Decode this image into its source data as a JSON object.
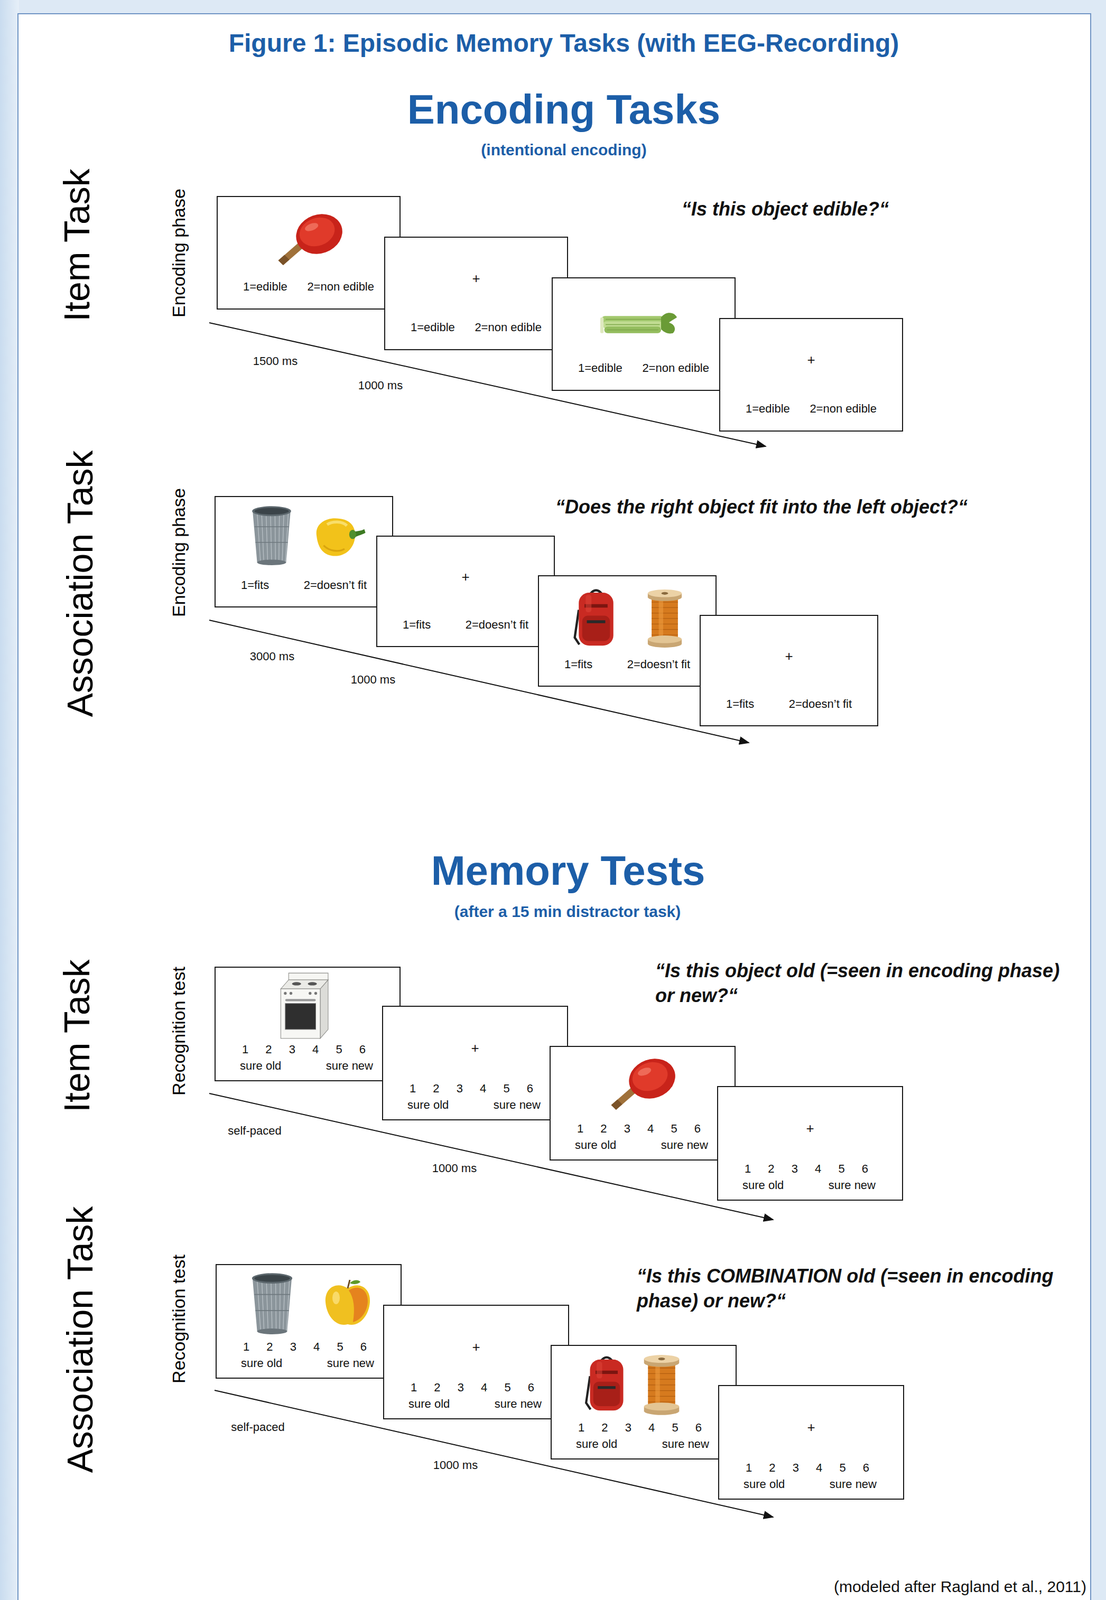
{
  "diagram": {
    "title": "Figure 1: Episodic Memory Tasks (with EEG-Recording)",
    "caption": "(modeled after Ragland et al., 2011)",
    "nodes": [
      {
        "text": [
          "1=edible",
          "2=non edible"
        ]
      },
      {
        "text": [
          "+",
          "1=edible",
          "2=non edible"
        ]
      },
      {
        "text": [
          "1=edible",
          "2=non edible"
        ]
      },
      {
        "text": [
          "+",
          "1=edible",
          "2=non edible"
        ]
      },
      {
        "text": [
          "1=fits",
          "2=doesn’t fit"
        ]
      },
      {
        "text": [
          "+",
          "1=fits",
          "2=doesn’t fit"
        ]
      },
      {
        "text": [
          "1=fits",
          "2=doesn’t fit"
        ]
      },
      {
        "text": [
          "+",
          "1=fits",
          "2=doesn’t fit"
        ]
      },
      {
        "text": [
          "1 2 3 4 5 6",
          "sure old",
          "sure new"
        ]
      },
      {
        "text": [
          "+",
          "1 2 3 4 5 6",
          "sure old",
          "sure new"
        ]
      },
      {
        "text": [
          "1 2 3 4 5 6",
          "sure old",
          "sure new"
        ]
      },
      {
        "text": [
          "+",
          "1 2 3 4 5 6",
          "sure old",
          "sure new"
        ]
      },
      {
        "text": [
          "1 2 3 4 5 6",
          "sure old",
          "sure new"
        ]
      },
      {
        "text": [
          "+",
          "1 2 3 4 5 6",
          "sure old",
          "sure new"
        ]
      },
      {
        "text": [
          "1 2 3 4 5 6",
          "sure old",
          "sure new"
        ]
      },
      {
        "text": [
          "+",
          "1 2 3 4 5 6",
          "sure old",
          "sure new"
        ]
      }
    ],
    "labels": [
      "Encoding Tasks",
      "(intentional encoding)",
      "Item Task",
      "Encoding phase",
      "“Is this object edible?“",
      "1500 ms",
      "1000 ms",
      "Association Task",
      "Encoding phase",
      "“Does the right object fit into the left object?“",
      "3000 ms",
      "1000 ms",
      "Memory Tests",
      "(after a 15 min distractor task)",
      "Item Task",
      "Recognition test",
      "“Is this object old (=seen in encoding phase) or new?“",
      "self-paced",
      "1000 ms",
      "Association Task",
      "Recognition test",
      "“Is this COMBINATION old (=seen in encoding phase) or new?“",
      "self-paced",
      "1000 ms"
    ]
  }
}
